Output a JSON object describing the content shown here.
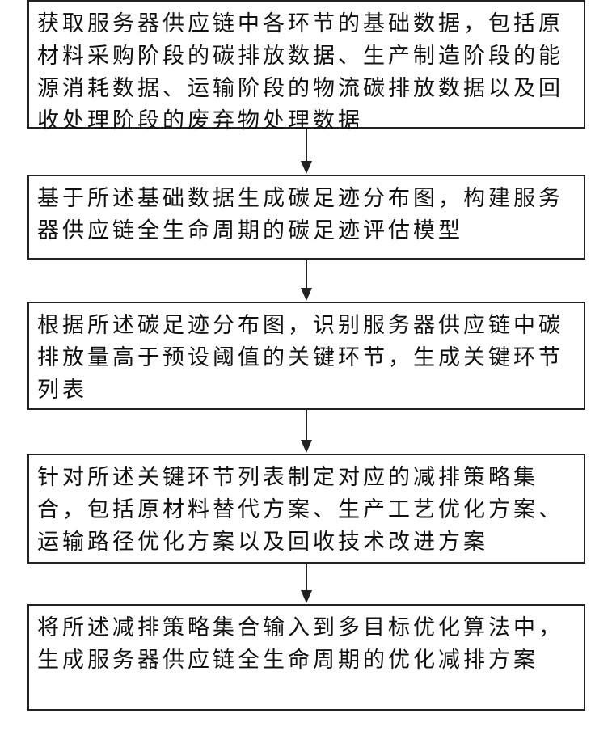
{
  "flowchart": {
    "steps": [
      {
        "id": "step-1",
        "text": "获取服务器供应链中各环节的基础数据，包括原材料采购阶段的碳排放数据、生产制造阶段的能源消耗数据、运输阶段的物流碳排放数据以及回收处理阶段的废弃物处理数据"
      },
      {
        "id": "step-2",
        "text": "基于所述基础数据生成碳足迹分布图，构建服务器供应链全生命周期的碳足迹评估模型"
      },
      {
        "id": "step-3",
        "text": "根据所述碳足迹分布图，识别服务器供应链中碳排放量高于预设阈值的关键环节，生成关键环节列表"
      },
      {
        "id": "step-4",
        "text": "针对所述关键环节列表制定对应的减排策略集合，包括原材料替代方案、生产工艺优化方案、运输路径优化方案以及回收技术改进方案"
      },
      {
        "id": "step-5",
        "text": "将所述减排策略集合输入到多目标优化算法中，生成服务器供应链全生命周期的优化减排方案"
      }
    ],
    "colors": {
      "border": "#222222",
      "arrow": "#222222",
      "text": "#111111",
      "background": "#ffffff"
    }
  }
}
